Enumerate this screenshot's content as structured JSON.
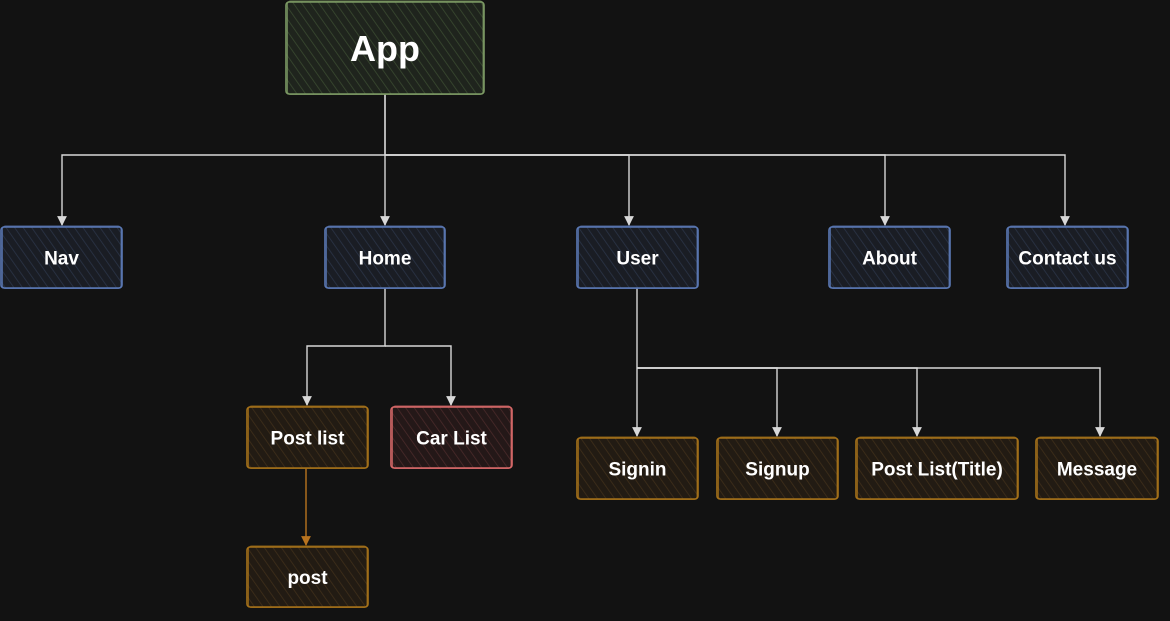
{
  "colors": {
    "background": "#121212",
    "green": "#7c9a64",
    "blue": "#5b79b5",
    "orange": "#a6721a",
    "red": "#d96a6a",
    "edge": "#d8d8d8",
    "edge_orange": "#b8731f"
  },
  "nodes": [
    {
      "id": "app",
      "label": "App",
      "style": "green"
    },
    {
      "id": "nav",
      "label": "Nav",
      "style": "blue"
    },
    {
      "id": "home",
      "label": "Home",
      "style": "blue"
    },
    {
      "id": "user",
      "label": "User",
      "style": "blue"
    },
    {
      "id": "about",
      "label": "About",
      "style": "blue"
    },
    {
      "id": "contact",
      "label": "Contact us",
      "style": "blue"
    },
    {
      "id": "postlist",
      "label": "Post list",
      "style": "orange"
    },
    {
      "id": "carlist",
      "label": "Car List",
      "style": "red"
    },
    {
      "id": "post",
      "label": "post",
      "style": "orange"
    },
    {
      "id": "signin",
      "label": "Signin",
      "style": "orange"
    },
    {
      "id": "signup",
      "label": "Signup",
      "style": "orange"
    },
    {
      "id": "postlisttitle",
      "label": "Post List(Title)",
      "style": "orange"
    },
    {
      "id": "message",
      "label": "Message",
      "style": "orange"
    }
  ],
  "edges": [
    {
      "from": "app",
      "to": "nav"
    },
    {
      "from": "app",
      "to": "home"
    },
    {
      "from": "app",
      "to": "user"
    },
    {
      "from": "app",
      "to": "about"
    },
    {
      "from": "app",
      "to": "contact"
    },
    {
      "from": "home",
      "to": "postlist"
    },
    {
      "from": "home",
      "to": "carlist"
    },
    {
      "from": "postlist",
      "to": "post",
      "style": "orange"
    },
    {
      "from": "user",
      "to": "signin"
    },
    {
      "from": "user",
      "to": "signup"
    },
    {
      "from": "user",
      "to": "postlisttitle"
    },
    {
      "from": "user",
      "to": "message"
    }
  ]
}
